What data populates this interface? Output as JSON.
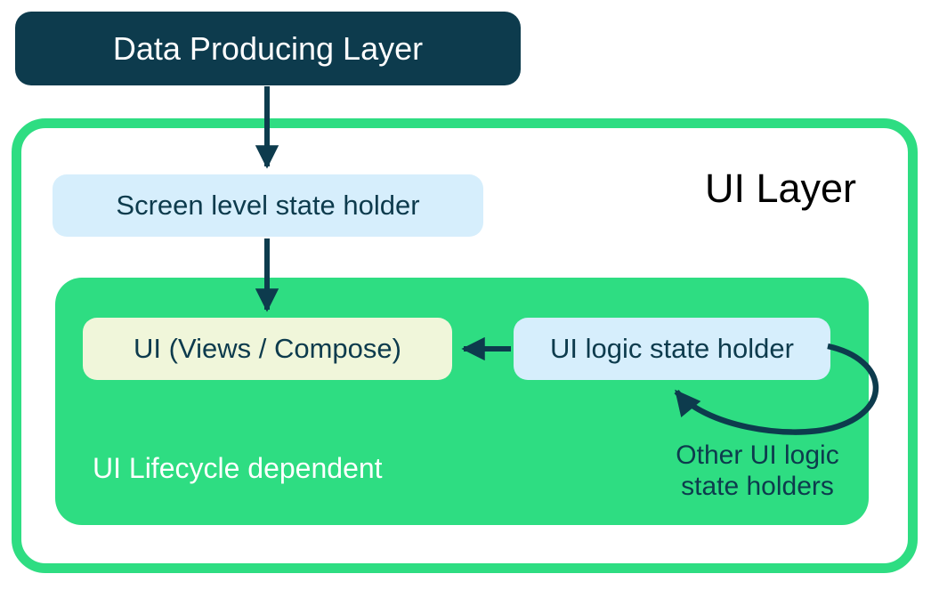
{
  "diagram": {
    "data_producing_layer": "Data Producing Layer",
    "ui_layer_title": "UI Layer",
    "screen_state_holder": "Screen level state holder",
    "ui_views_compose": "UI (Views / Compose)",
    "ui_logic_state_holder": "UI logic state holder",
    "lifecycle_label": "UI Lifecycle dependent",
    "other_note_line1": "Other UI logic",
    "other_note_line2": "state holders"
  },
  "colors": {
    "dark_navy": "#0d3b4d",
    "green": "#2edd82",
    "light_blue": "#d6eefc",
    "cream": "#f0f6da",
    "arrow": "#0d3b4d",
    "title_text": "#000000",
    "white_text": "#ffffff"
  }
}
